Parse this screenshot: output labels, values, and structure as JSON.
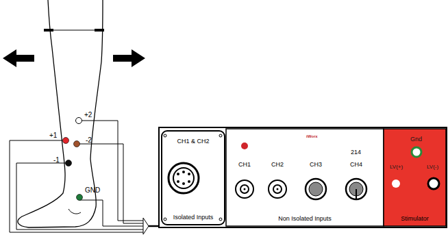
{
  "diagram": {
    "nodes": [
      {
        "text": [
          "CH1 & CH2",
          "Isolated Inputs"
        ]
      },
      {
        "text": [
          "Non Isolated Inputs"
        ]
      },
      {
        "text": [
          "Stimulator"
        ]
      }
    ],
    "labels": [
      "+2",
      "+1",
      "-2",
      "-1",
      "GND",
      "iWorx",
      "214",
      "CH1",
      "CH2",
      "CH3",
      "CH4",
      "Gnd",
      "LV(+)",
      "LV(-)"
    ]
  }
}
